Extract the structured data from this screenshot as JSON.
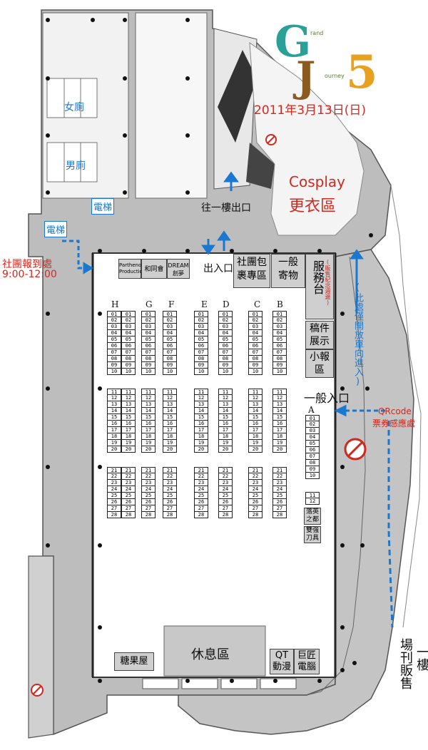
{
  "event": {
    "logo_letters": [
      "G",
      "J"
    ],
    "logo_small": [
      "rand",
      "ourney"
    ],
    "logo_number": "5",
    "date": "2011年3月13日(日)"
  },
  "areas": {
    "female_restroom": "女廁",
    "male_restroom": "男廁",
    "elevator_1": "電梯",
    "elevator_2": "電梯",
    "club_checkin": "社團報到處",
    "club_checkin_time": "9:00-12:00",
    "to_first_floor_exit": "往一樓出口",
    "cosplay": "Cosplay",
    "changing_area": "更衣區",
    "entrance_exit": "出入口",
    "club_parcel": "社團包裹專區",
    "general_storage": "一般寄物",
    "service_desk": "服務台",
    "service_note": "(販售紀念週邊)",
    "one_way_note": "(此處僅開放單向進入)",
    "manuscript": "稿件展示",
    "booklet": "小報區",
    "general_entrance": "一般入口",
    "qrcode": "QRcode",
    "ticket_sensor": "票券感應處",
    "rest_area": "休息區",
    "candy_house": "糖果屋",
    "qt_anime": "QT動漫",
    "master_computer": "巨匠電腦",
    "onsite_sales": "場刊販售",
    "first_floor": "一樓",
    "reiei_1": "落英",
    "reiei_2": "之都",
    "sword_1": "雙強",
    "sword_2": "刀具"
  },
  "sponsors": {
    "parthenon_1": "Parthenon",
    "parthenon_2": "Production",
    "hetongwu": "和同會",
    "dream_1": "DREAM",
    "dream_2": "創夢"
  },
  "rows": {
    "labels": [
      "H",
      "G",
      "F",
      "E",
      "D",
      "C",
      "B",
      "A"
    ],
    "block1": [
      "01",
      "02",
      "03",
      "04",
      "05",
      "06",
      "07",
      "08",
      "09",
      "10"
    ],
    "block2": [
      "11",
      "12",
      "13",
      "14",
      "15",
      "16",
      "17",
      "18",
      "19",
      "20"
    ],
    "block3": [
      "21",
      "22",
      "23",
      "24",
      "25",
      "26",
      "27",
      "28"
    ],
    "a_block": [
      "01",
      "02",
      "03",
      "04",
      "05",
      "06",
      "07",
      "08",
      "09",
      "10"
    ],
    "a_small": [
      "11",
      "12"
    ]
  },
  "colors": {
    "blue": "#1a78d0",
    "red": "#d2281e",
    "floor": "#bdbdbd",
    "wall": "#555555"
  }
}
